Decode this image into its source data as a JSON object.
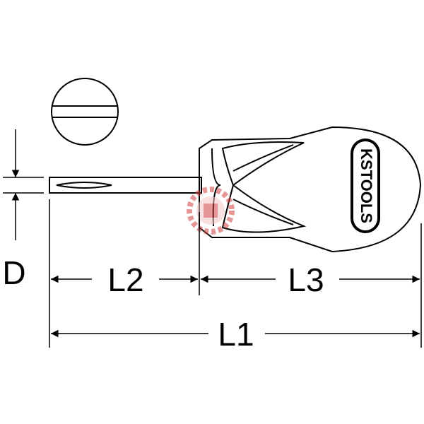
{
  "labels": {
    "d": "D",
    "l1": "L1",
    "l2": "L2",
    "l3": "L3"
  },
  "brand": {
    "logo_text": "KSTOOLS"
  },
  "colors": {
    "line": "#000000",
    "background": "#ffffff",
    "watermark": "#d04040"
  }
}
